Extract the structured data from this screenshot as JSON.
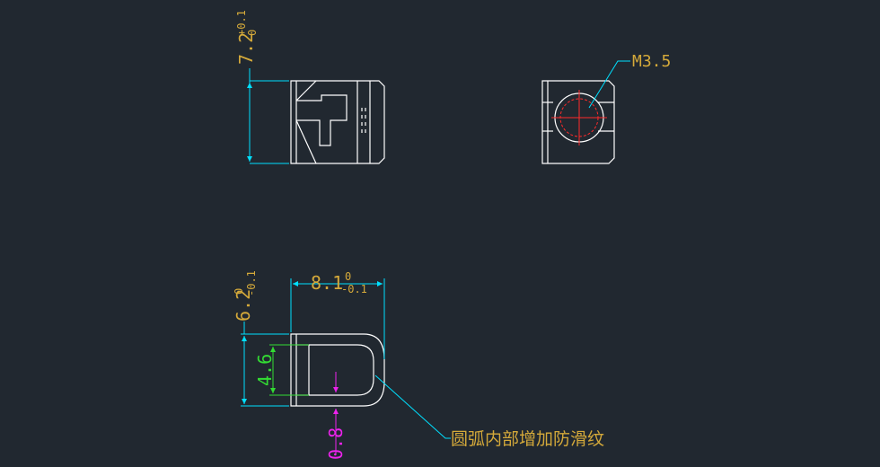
{
  "colors": {
    "background": "#212830",
    "outline": "#ffffff",
    "dimension_line": "#00e0ff",
    "dimension_text": "#d4a93a",
    "green_dimension": "#33dd33",
    "magenta_dimension": "#ee22ee",
    "center_line": "#ff2a2a"
  },
  "views": {
    "side_view": {
      "height_dimension": {
        "value": "7.2",
        "upper_tolerance": "+0.1",
        "lower_tolerance": "0"
      }
    },
    "end_view": {
      "thread_callout": "M3.5"
    },
    "top_view": {
      "width_dimension": {
        "value": "8.1",
        "upper_tolerance": "0",
        "lower_tolerance": "-0.1"
      },
      "height_dimension": {
        "value": "6.2",
        "upper_tolerance": "0",
        "lower_tolerance": "-0.1"
      },
      "inner_height_dimension": "4.6",
      "offset_dimension": "0.8",
      "note": "圆弧内部增加防滑纹"
    }
  }
}
